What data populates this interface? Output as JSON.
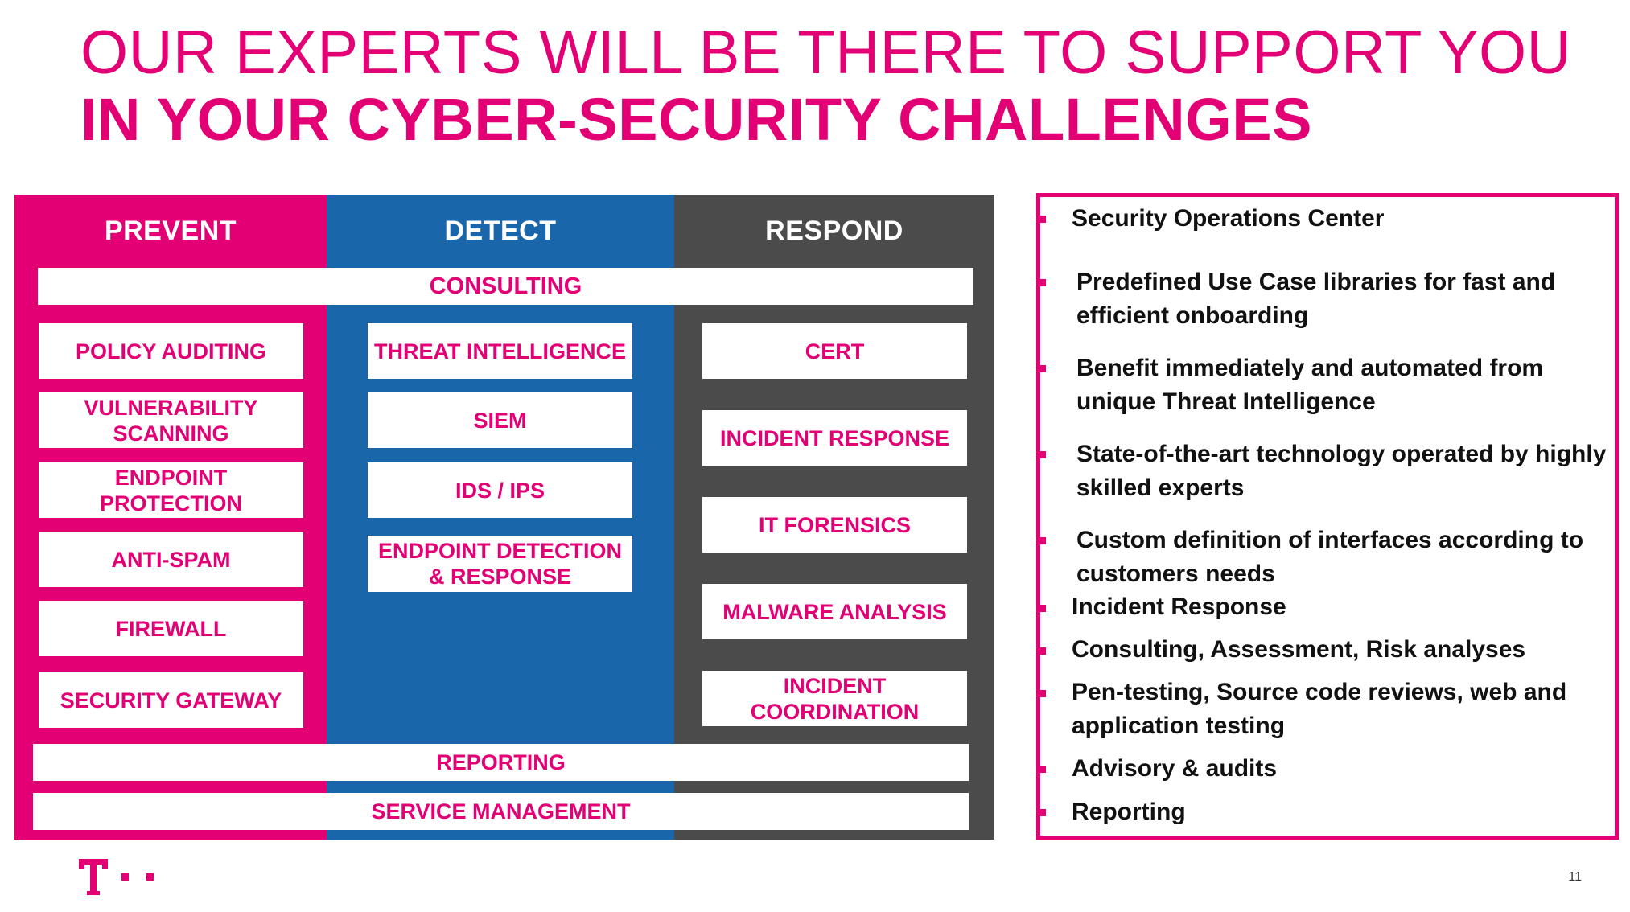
{
  "title": {
    "line1": "OUR EXPERTS WILL BE THERE TO SUPPORT YOU",
    "line2": "IN YOUR CYBER-SECURITY CHALLENGES"
  },
  "columns": {
    "prevent": {
      "header": "PREVENT",
      "items": [
        "POLICY AUDITING",
        "VULNERABILITY SCANNING",
        "ENDPOINT PROTECTION",
        "ANTI-SPAM",
        "FIREWALL",
        "SECURITY GATEWAY"
      ]
    },
    "detect": {
      "header": "DETECT",
      "items": [
        "THREAT INTELLIGENCE",
        "SIEM",
        "IDS / IPS",
        "ENDPOINT DETECTION & RESPONSE"
      ]
    },
    "respond": {
      "header": "RESPOND",
      "items": [
        "CERT",
        "INCIDENT RESPONSE",
        "IT FORENSICS",
        "MALWARE ANALYSIS",
        "INCIDENT COORDINATION"
      ]
    }
  },
  "bands": {
    "consulting": "CONSULTING",
    "reporting": "REPORTING",
    "service_management": "SERVICE MANAGEMENT"
  },
  "right_panel": {
    "items": [
      "Security Operations Center",
      "Predefined Use Case libraries for fast and efficient onboarding",
      "Benefit immediately and automated from unique Threat Intelligence",
      "State-of-the-art technology operated by highly skilled experts",
      "Custom definition of interfaces according to customers needs",
      "Incident Response",
      "Consulting, Assessment, Risk analyses",
      "Pen-testing, Source code reviews, web and application testing",
      "Advisory & audits",
      "Reporting"
    ]
  },
  "footer": {
    "page_number": "11"
  },
  "colors": {
    "magenta": "#e20074",
    "blue": "#1a66ab",
    "gray": "#4b4b4b"
  },
  "icons": {
    "logo": "telekom-t-logo"
  }
}
